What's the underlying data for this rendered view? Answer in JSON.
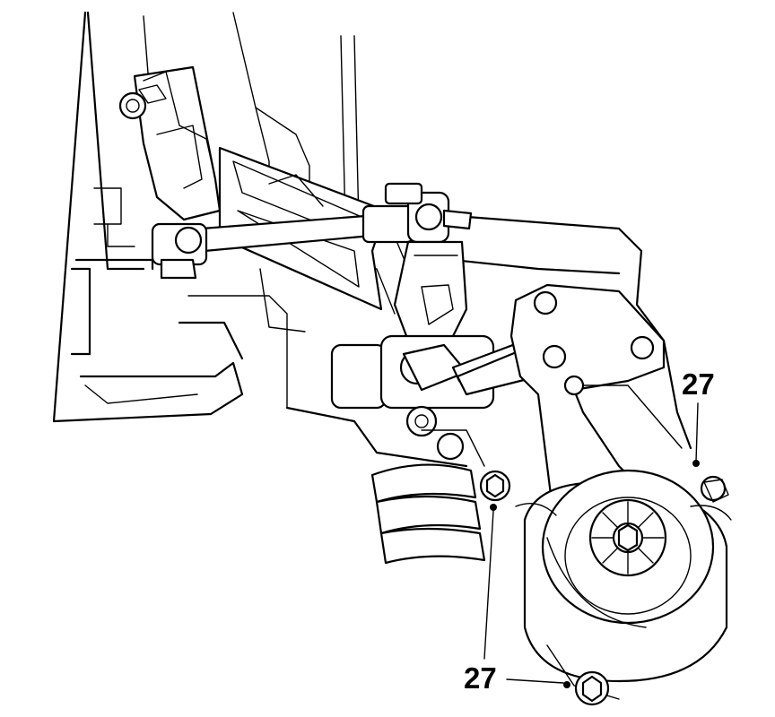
{
  "callouts": [
    {
      "id": "upper-right",
      "label": "27"
    },
    {
      "id": "lower-left",
      "label": "27"
    }
  ]
}
